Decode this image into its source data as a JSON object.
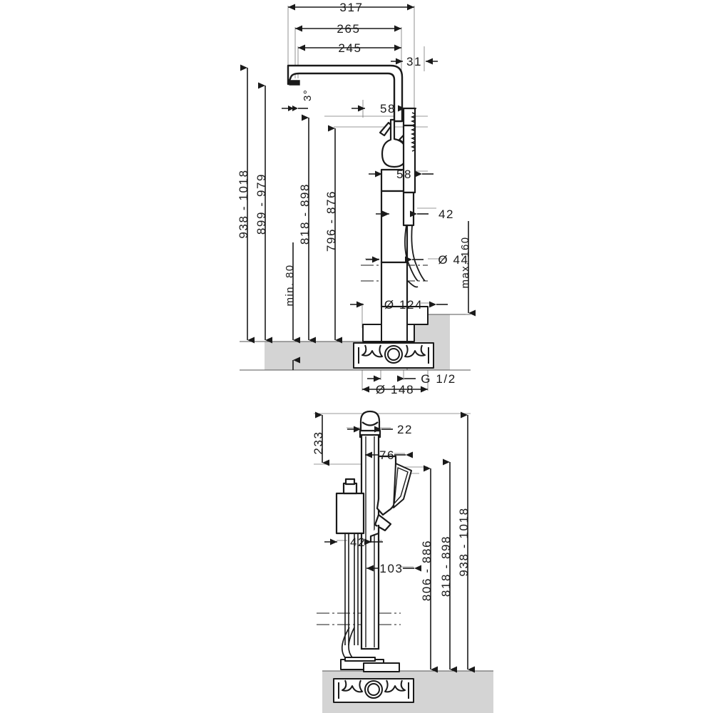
{
  "document": {
    "type": "technical-dimension-drawing",
    "subject": "Floor standing bath mixer with hand shower",
    "units": "mm",
    "background_color": "#ffffff",
    "line_color": "#1a1a1a",
    "thin_line_color": "#555555",
    "floor_fill_color": "#d4d4d4"
  },
  "views": [
    {
      "id": "side-elevation",
      "name": "Side elevation view",
      "dimensions": {
        "horizontal_top": [
          {
            "name": "overall-reach",
            "label": "317"
          },
          {
            "name": "spout-reach-265",
            "label": "265"
          },
          {
            "name": "spout-reach-245",
            "label": "245"
          },
          {
            "name": "rear-offset-31",
            "label": "31"
          }
        ],
        "vertical_left": [
          {
            "name": "total-height-range",
            "label": "938 - 1018"
          },
          {
            "name": "spout-height-range",
            "label": "899 - 979"
          },
          {
            "name": "handle-height-range",
            "label": "818 - 898"
          },
          {
            "name": "body-height-range",
            "label": "796 - 876"
          },
          {
            "name": "min-floor-clearance",
            "label": "min. 80"
          }
        ],
        "vertical_right": [
          {
            "name": "max-installation-depth",
            "label": "max. 160"
          }
        ],
        "internal": [
          {
            "name": "spout-angle",
            "label": "3°"
          },
          {
            "name": "spout-width-58",
            "label": "58"
          },
          {
            "name": "body-width-58",
            "label": "58"
          },
          {
            "name": "hose-offset-42",
            "label": "42"
          },
          {
            "name": "column-diameter-44",
            "label": "Ø 44"
          },
          {
            "name": "base-cover-diameter-124",
            "label": "Ø 124"
          },
          {
            "name": "rough-in-diameter-148",
            "label": "Ø 148"
          },
          {
            "name": "connection-thread",
            "label": "G 1/2"
          }
        ]
      }
    },
    {
      "id": "front-elevation",
      "name": "Front elevation view",
      "dimensions": {
        "vertical_left": [
          {
            "name": "handle-to-body-233",
            "label": "233"
          }
        ],
        "vertical_right": [
          {
            "name": "diverter-height-range",
            "label": "806 - 886"
          },
          {
            "name": "handle-height-range",
            "label": "818 - 898"
          },
          {
            "name": "total-height-range",
            "label": "938 - 1018"
          }
        ],
        "internal": [
          {
            "name": "shower-holder-width-22",
            "label": "22"
          },
          {
            "name": "lever-offset-76",
            "label": "76"
          },
          {
            "name": "riser-offset-42",
            "label": "42"
          },
          {
            "name": "spout-center-offset-103",
            "label": "103"
          }
        ]
      }
    }
  ]
}
